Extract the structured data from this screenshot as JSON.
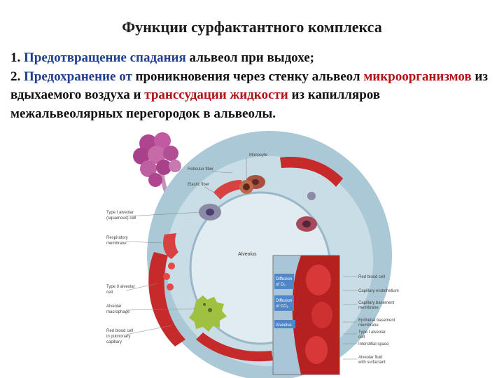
{
  "slide": {
    "title": "Функции сурфактантного комплекса",
    "item1_num": "1.",
    "item1_key": "Предотвращение спадания",
    "item1_rest": " альвеол при выдохе;",
    "item2_num": "2.",
    "item2_key": "Предохранение от",
    "item2_part2": " проникновения через стенку альвеол ",
    "item2_micro": "микроорганизмов",
    "item2_part3": " из вдыхаемого воздуха и ",
    "item2_trans": "транссудации жидкости",
    "item2_part4": " из капилляров межальвеолярных перегородок в альвеолы."
  },
  "figure": {
    "labels": {
      "monocyte": "Monocyte",
      "reticular_fiber": "Reticular fiber",
      "elastic_fiber": "Elastic fiber",
      "type1_line1": "Type I alveolar",
      "type1_line2": "(squamous) cell",
      "resp_line1": "Respiratory",
      "resp_line2": "membrane",
      "alveolus_center": "Alveolus",
      "type2_line1": "Type II alveolar",
      "type2_line2": "cell",
      "macro_line1": "Alveolar",
      "macro_line2": "macrophage",
      "rbc_line1": "Red blood cell",
      "rbc_line2": "in pulmonary",
      "rbc_line3": "capillary",
      "red_blood_cell": "Red blood cell",
      "cap_endo": "Capillary endothelium",
      "cap_base_1": "Capillary basement",
      "cap_base_2": "membrane",
      "epi_base_1": "Epithelial basement",
      "epi_base_2": "membrane",
      "type1_r1": "Type I alveolar",
      "type1_r2": "cell",
      "interstitial": "Interstitial space",
      "fluid_1": "Alveolar fluid",
      "fluid_2": "with surfactant",
      "diff_o2_1": "Diffusion",
      "diff_o2_2": "of O₂",
      "diff_co2_1": "Diffusion",
      "diff_co2_2": "of CO₂",
      "alveolus_box": "Alveolus"
    }
  }
}
